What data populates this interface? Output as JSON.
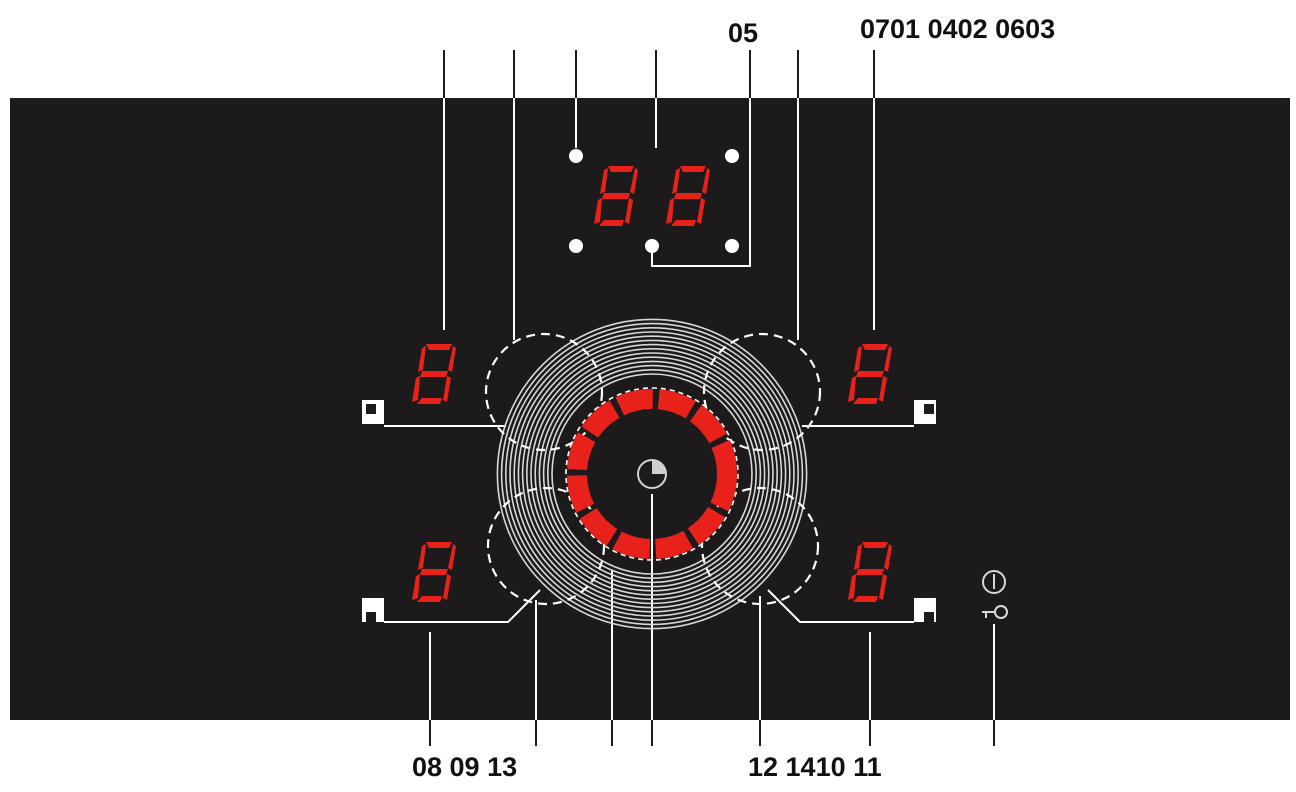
{
  "callouts": {
    "top_single": "05",
    "top_group": "0701 0402 0603",
    "bottom_left": "08 09 13",
    "bottom_right": "12 1410 11"
  },
  "displays": {
    "timer_digits": "88",
    "zone_top_left": "8",
    "zone_top_right": "8",
    "zone_bottom_left": "8",
    "zone_bottom_right": "8"
  },
  "colors": {
    "panel": "#1c1a1b",
    "display_red": "#e8221b",
    "line_white": "#ffffff",
    "callout_text": "#111111"
  },
  "icons": [
    "clock-icon",
    "power-icon",
    "key-lock-icon",
    "zone-selector-icon"
  ]
}
